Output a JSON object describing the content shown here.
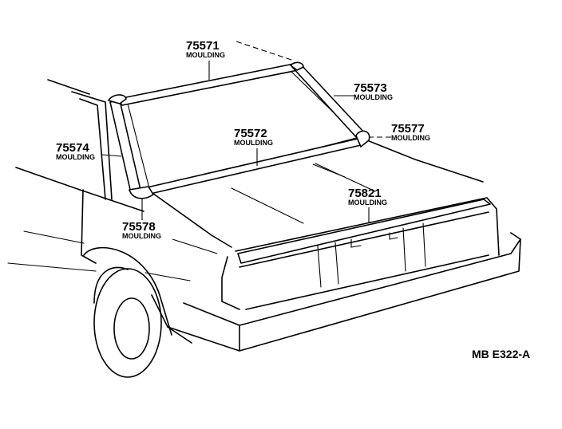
{
  "parts": [
    {
      "key": "p75571",
      "number": "75571",
      "name": "MOULDING"
    },
    {
      "key": "p75572",
      "number": "75572",
      "name": "MOULDING"
    },
    {
      "key": "p75573",
      "number": "75573",
      "name": "MOULDING"
    },
    {
      "key": "p75574",
      "number": "75574",
      "name": "MOULDING"
    },
    {
      "key": "p75577",
      "number": "75577",
      "name": "MOULDING"
    },
    {
      "key": "p75578",
      "number": "75578",
      "name": "MOULDING"
    },
    {
      "key": "p75821",
      "number": "75821",
      "name": "MOULDING"
    }
  ],
  "diagram_code": "MB E322-A"
}
